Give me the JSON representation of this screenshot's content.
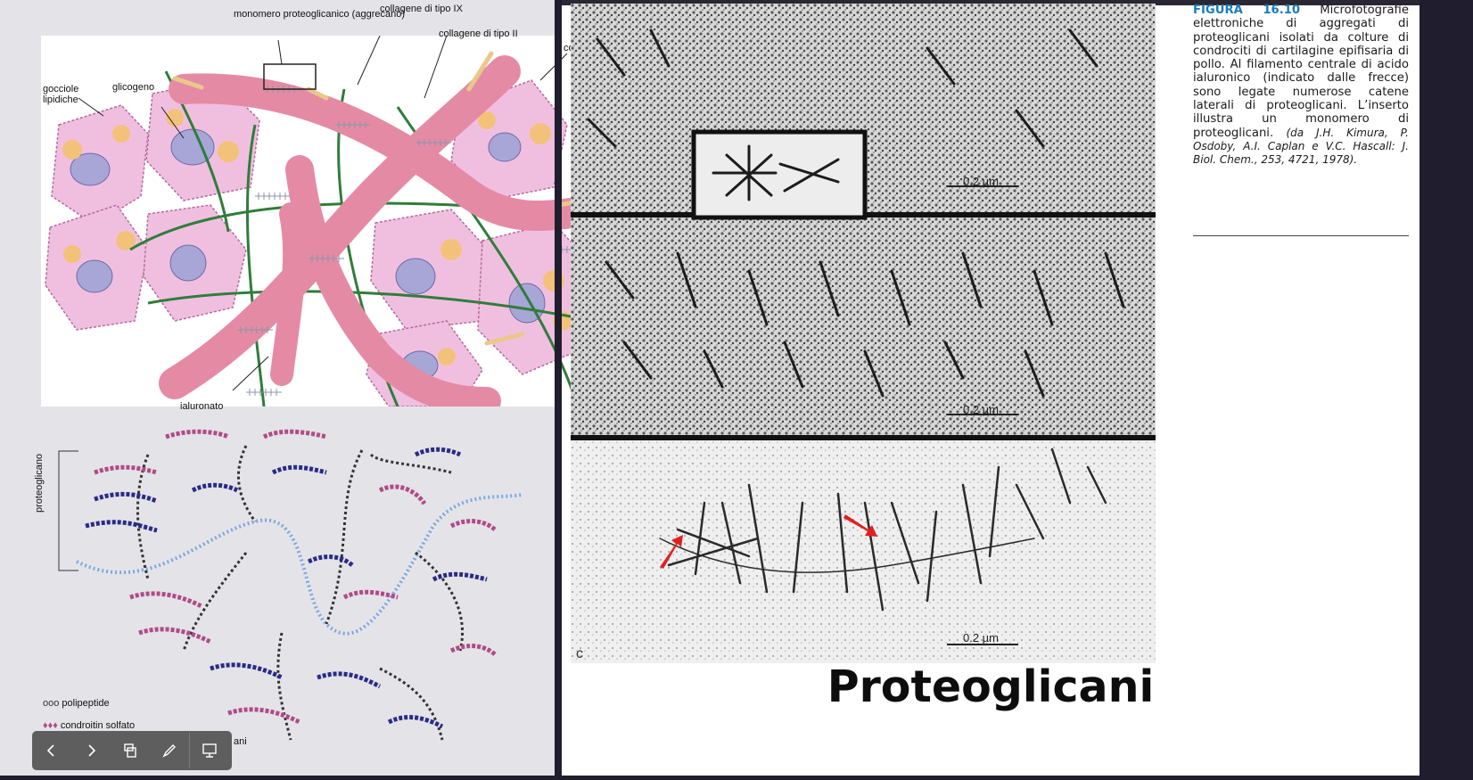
{
  "diagram_top": {
    "labels": {
      "monomer": "monomero proteoglicanico (aggrecano)",
      "collagen_ix": "collagene di tipo IX",
      "collagen_ii": "collagene di tipo II",
      "chondrocyte": "condrocito",
      "lipid_droplets": "gocciole lipidiche",
      "glycogen": "glicogeno",
      "hyaluronate": "ialuronato"
    }
  },
  "diagram_bottom": {
    "side_label": "proteoglicano",
    "legend": [
      {
        "symbol": "ooo",
        "text": "polipeptide"
      },
      {
        "symbol": "♦♦♦",
        "text": "condroitin solfato"
      }
    ],
    "partial_text": "ani"
  },
  "micrographs": {
    "scale_bars": [
      "0.2 µm",
      "0.2 µm",
      "0.2 µm"
    ],
    "panel_c_label": "c"
  },
  "caption": {
    "figure_label": "FIGURA 16.10",
    "text": "Microfotografie elettroniche di aggregati di proteoglicani isolati da colture di condrociti di cartilagine epifisaria di pollo. Al filamento centrale di acido ialuronico (indicato dalle frecce) sono legate numerose catene laterali di proteoglicani. L’inserto illustra un monomero di proteoglicani.",
    "citation": "(da J.H. Kimura, P. Osdoby, A.I. Caplan e V.C. Hascall: J. Biol. Chem., 253, 4721, 1978)."
  },
  "slide_title": "Proteoglicani",
  "toolbar": {
    "buttons": [
      {
        "icon": "chevron-left-icon",
        "glyph": "‹"
      },
      {
        "icon": "chevron-right-icon",
        "glyph": "›"
      },
      {
        "icon": "slides-overview-icon",
        "glyph": "⧉"
      },
      {
        "icon": "pen-icon",
        "glyph": "✎"
      },
      {
        "icon": "presenter-view-icon",
        "glyph": "▣"
      }
    ]
  },
  "colors": {
    "collagen": "#e58aa5",
    "cell": "#f0bfe0",
    "hyaluronan": "#2f7d3a",
    "polypeptide": "#333333",
    "chondroitin": "#b24a86",
    "keratan": "#2b2a8a",
    "core_protein": "#7fa6e0",
    "caption_accent": "#1a7bbf",
    "arrow": "#e02020"
  }
}
